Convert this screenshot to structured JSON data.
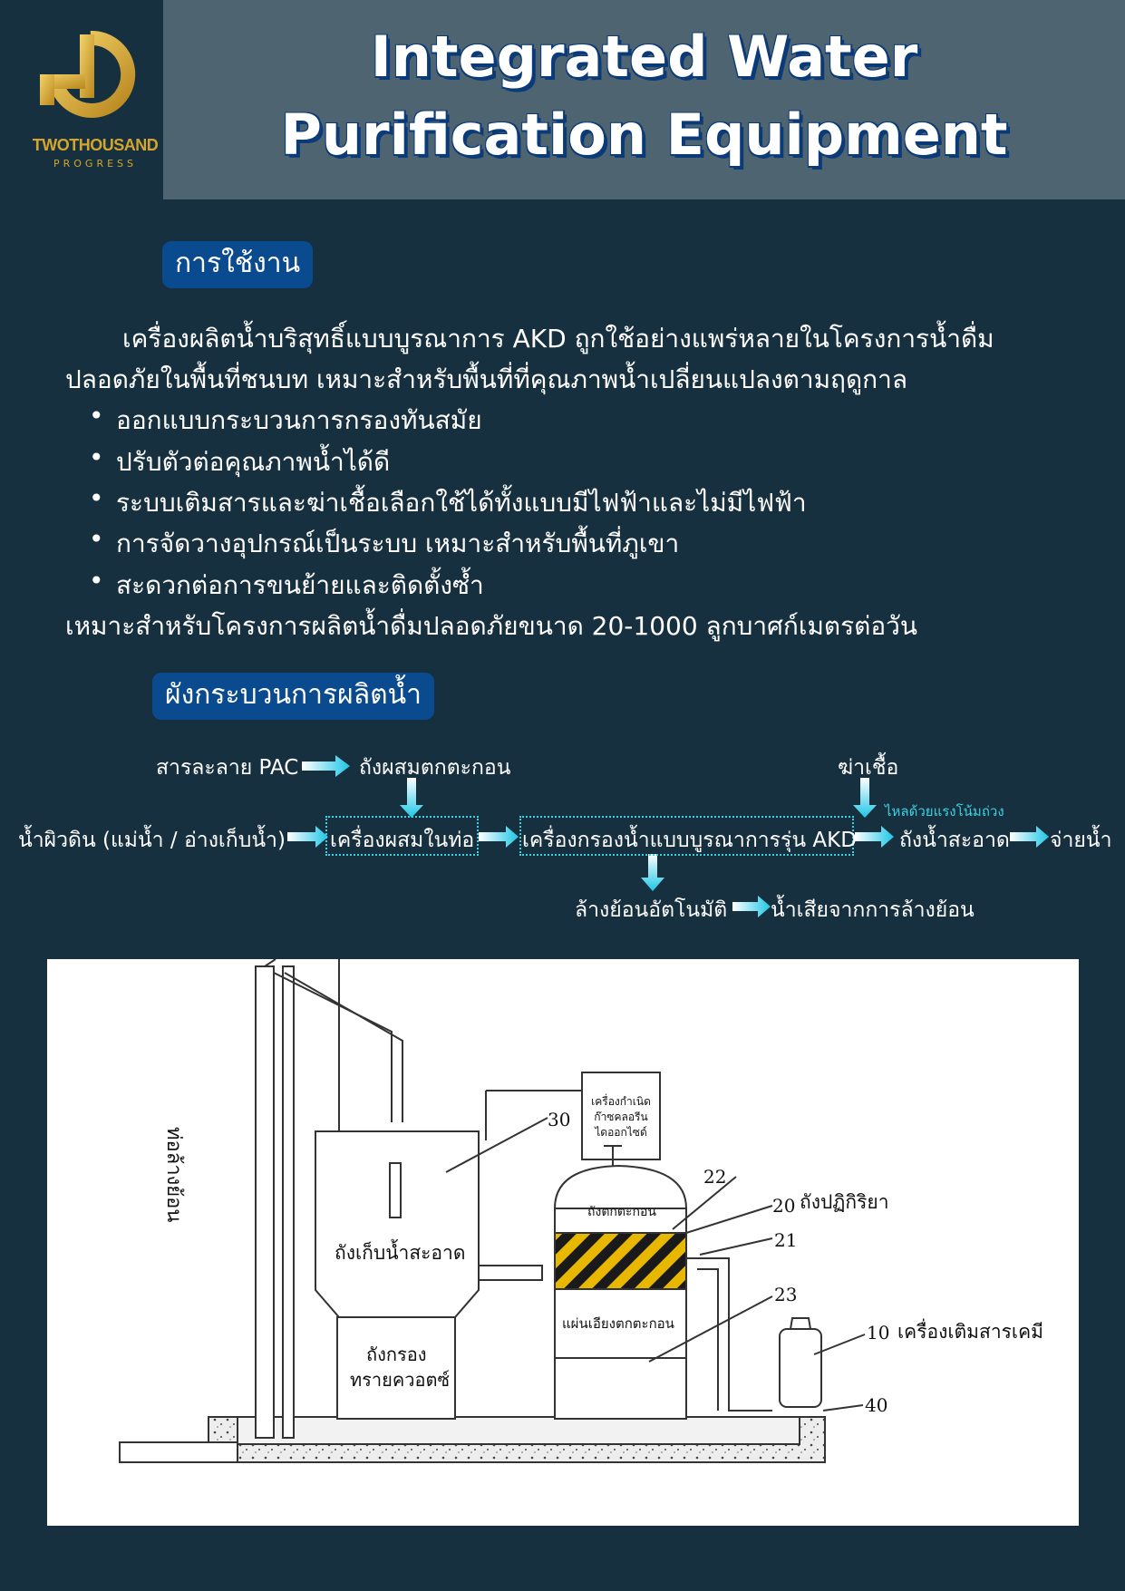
{
  "brand": {
    "name": "TWOTHOUSAND",
    "tagline": "PROGRESS",
    "logo_color": "#d4a52c"
  },
  "header": {
    "title_line1": "Integrated Water",
    "title_line2": "Purification Equipment"
  },
  "usage": {
    "heading": "การใช้งาน",
    "intro_line1": "เครื่องผลิตน้ำบริสุทธิ์แบบบูรณาการ AKD ถูกใช้อย่างแพร่หลายในโครงการน้ำดื่ม",
    "intro_line2": "ปลอดภัยในพื้นที่ชนบท เหมาะสำหรับพื้นที่ที่คุณภาพน้ำเปลี่ยนแปลงตามฤดูกาล",
    "bullets": [
      "ออกแบบกระบวนการกรองทันสมัย",
      "ปรับตัวต่อคุณภาพน้ำได้ดี",
      "ระบบเติมสารและฆ่าเชื้อเลือกใช้ได้ทั้งแบบมีไฟฟ้าและไม่มีไฟฟ้า",
      "การจัดวางอุปกรณ์เป็นระบบ เหมาะสำหรับพื้นที่ภูเขา",
      "สะดวกต่อการขนย้ายและติดตั้งซ้ำ"
    ],
    "closing": "เหมาะสำหรับโครงการผลิตน้ำดื่มปลอดภัยขนาด 20-1000 ลูกบาศก์เมตรต่อวัน"
  },
  "flow": {
    "heading": "ผังกระบวนการผลิตน้ำ",
    "pac": "สารละลาย PAC",
    "mix_tank": "ถังผสมตกตะกอน",
    "disinfect": "ฆ่าเชื้อ",
    "gravity_note": "ไหลด้วยแรงโน้มถ่วง",
    "source": "น้ำผิวดิน (แม่น้ำ / อ่างเก็บน้ำ)",
    "pipe_mixer": "เครื่องผสมในท่อ",
    "filter": "เครื่องกรองน้ำแบบบูรณาการรุ่น AKD",
    "clean_tank": "ถังน้ำสะอาด",
    "distribute": "จ่ายน้ำ",
    "backwash": "ล้างย้อนอัตโนมัติ",
    "wastewater": "น้ำเสียจากการล้างย้อน",
    "accent": "#3fd0e0"
  },
  "diagram": {
    "backwash_pipe": "ท่อล้างย้อน",
    "clean_storage": "ถังเก็บน้ำสะอาด",
    "sand_filter_1": "ถังกรอง",
    "sand_filter_2": "ทรายควอตซ์",
    "chlorine_gen_1": "เครื่องกำเนิด",
    "chlorine_gen_2": "ก๊าซคลอรีน",
    "chlorine_gen_3": "ไดออกไซด์",
    "settling_tank": "ถังตกตะกอน",
    "reaction_tank": "ถังปฏิกิริยา",
    "incline_plate": "แผ่นเอียงตกตะกอน",
    "chem_doser": "เครื่องเติมสารเคมี",
    "n30": "30",
    "n22": "22",
    "n20": "20",
    "n21": "21",
    "n23": "23",
    "n10": "10",
    "n40": "40"
  }
}
